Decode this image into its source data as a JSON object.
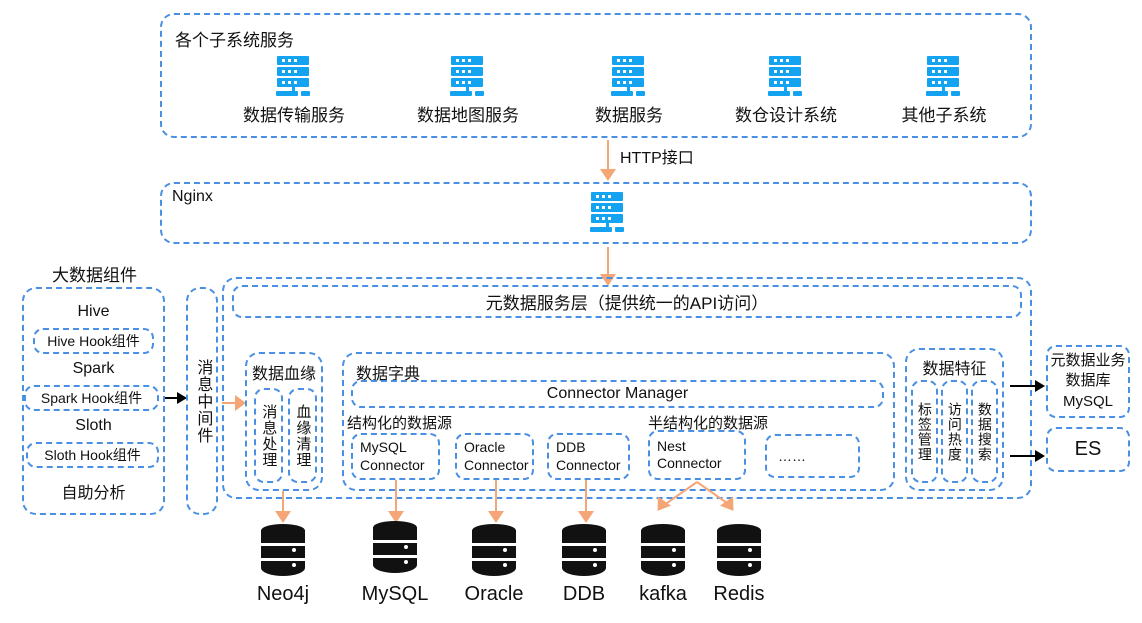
{
  "subsystems": {
    "title": "各个子系统服务",
    "items": [
      {
        "label": "数据传输服务",
        "icon": "server-icon"
      },
      {
        "label": "数据地图服务",
        "icon": "server-icon"
      },
      {
        "label": "数据服务",
        "icon": "server-icon"
      },
      {
        "label": "数仓设计系统",
        "icon": "server-icon"
      },
      {
        "label": "其他子系统",
        "icon": "server-icon"
      }
    ]
  },
  "http_arrow_label": "HTTP接口",
  "nginx": {
    "title": "Nginx",
    "icon": "server-icon"
  },
  "metadata_service_layer": {
    "label": "元数据服务层（提供统一的API访问）"
  },
  "bigdata": {
    "title": "大数据组件",
    "items": [
      {
        "label": "Hive",
        "type": "plain"
      },
      {
        "label": "Hive Hook组件",
        "type": "boxed"
      },
      {
        "label": "Spark",
        "type": "plain"
      },
      {
        "label": "Spark Hook组件",
        "type": "boxed"
      },
      {
        "label": "Sloth",
        "type": "plain"
      },
      {
        "label": "Sloth Hook组件",
        "type": "boxed"
      },
      {
        "label": "自助分析",
        "type": "plain"
      }
    ]
  },
  "middleware": {
    "label": "消息中间件"
  },
  "lineage": {
    "title": "数据血缘",
    "items": [
      "消息处理",
      "血缘清理"
    ]
  },
  "dictionary": {
    "title": "数据字典",
    "connector_manager": "Connector  Manager",
    "structured_label": "结构化的数据源",
    "semi_structured_label": "半结构化的数据源",
    "connectors": [
      "MySQL\nConnector",
      "Oracle\nConnector",
      "DDB\nConnector",
      "Nest\nConnector",
      "……"
    ]
  },
  "features": {
    "title": "数据特征",
    "items": [
      "标签管理",
      "访问热度",
      "数据搜索"
    ]
  },
  "outputs": [
    {
      "label": "元数据业务\n数据库\nMySQL"
    },
    {
      "label": "ES"
    }
  ],
  "databases": [
    {
      "label": "Neo4j"
    },
    {
      "label": "MySQL"
    },
    {
      "label": "Oracle"
    },
    {
      "label": "DDB"
    },
    {
      "label": "kafka"
    },
    {
      "label": "Redis"
    }
  ],
  "colors": {
    "dashed_border": "#4a90e2",
    "icon_blue": "#14a3f0",
    "arrow_orange": "#f4a676",
    "arrow_black": "#000000",
    "db_black": "#111111",
    "background": "#ffffff"
  }
}
